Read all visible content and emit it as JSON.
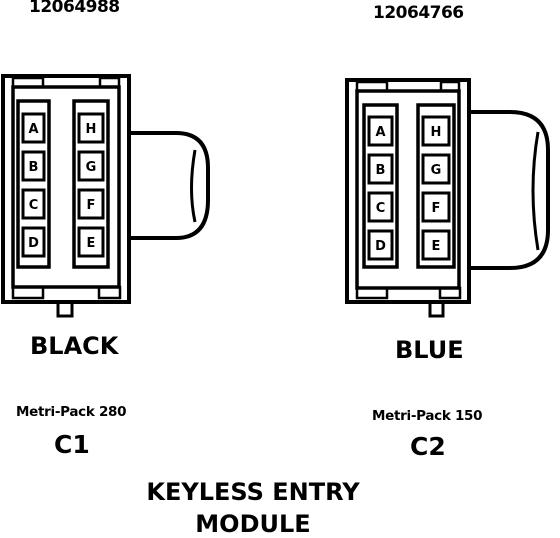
{
  "connectors": [
    {
      "part_number": "12064988",
      "color": "BLACK",
      "series": "Metri-Pack 280",
      "id": "C1",
      "pins_left": [
        "A",
        "B",
        "C",
        "D"
      ],
      "pins_right": [
        "H",
        "G",
        "F",
        "E"
      ]
    },
    {
      "part_number": "12064766",
      "color": "BLUE",
      "series": "Metri-Pack 150",
      "id": "C2",
      "pins_left": [
        "A",
        "B",
        "C",
        "D"
      ],
      "pins_right": [
        "H",
        "G",
        "F",
        "E"
      ]
    }
  ],
  "title_line1": "KEYLESS ENTRY",
  "title_line2": "MODULE"
}
